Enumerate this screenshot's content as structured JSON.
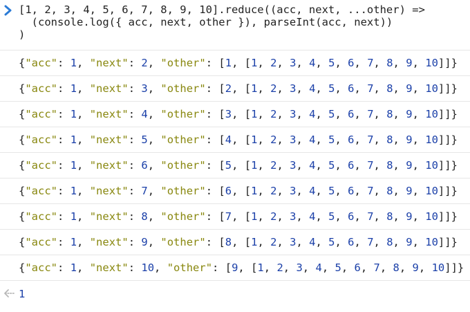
{
  "console": {
    "input_lines": [
      "[1, 2, 3, 4, 5, 6, 7, 8, 9, 10].reduce((acc, next, ...other) =>",
      "  (console.log({ acc, next, other }), parseInt(acc, next))",
      ")"
    ],
    "log_rows": [
      {
        "acc": "1",
        "next": "2",
        "other_first": "1"
      },
      {
        "acc": "1",
        "next": "3",
        "other_first": "2"
      },
      {
        "acc": "1",
        "next": "4",
        "other_first": "3"
      },
      {
        "acc": "1",
        "next": "5",
        "other_first": "4"
      },
      {
        "acc": "1",
        "next": "6",
        "other_first": "5"
      },
      {
        "acc": "1",
        "next": "7",
        "other_first": "6"
      },
      {
        "acc": "1",
        "next": "8",
        "other_first": "7"
      },
      {
        "acc": "1",
        "next": "9",
        "other_first": "8"
      },
      {
        "acc": "1",
        "next": "10",
        "other_first": "9"
      }
    ],
    "array_values": [
      "1",
      "2",
      "3",
      "4",
      "5",
      "6",
      "7",
      "8",
      "9",
      "10"
    ],
    "key_acc": "\"acc\"",
    "key_next": "\"next\"",
    "key_other": "\"other\"",
    "result": "1",
    "prompt_icon": "chevron-right-icon",
    "return_icon": "return-arrow-icon",
    "colors": {
      "prompt": "#2b7bd6",
      "key": "#88870e",
      "number": "#1a3fa8",
      "separator": "#e6e6e6"
    }
  }
}
